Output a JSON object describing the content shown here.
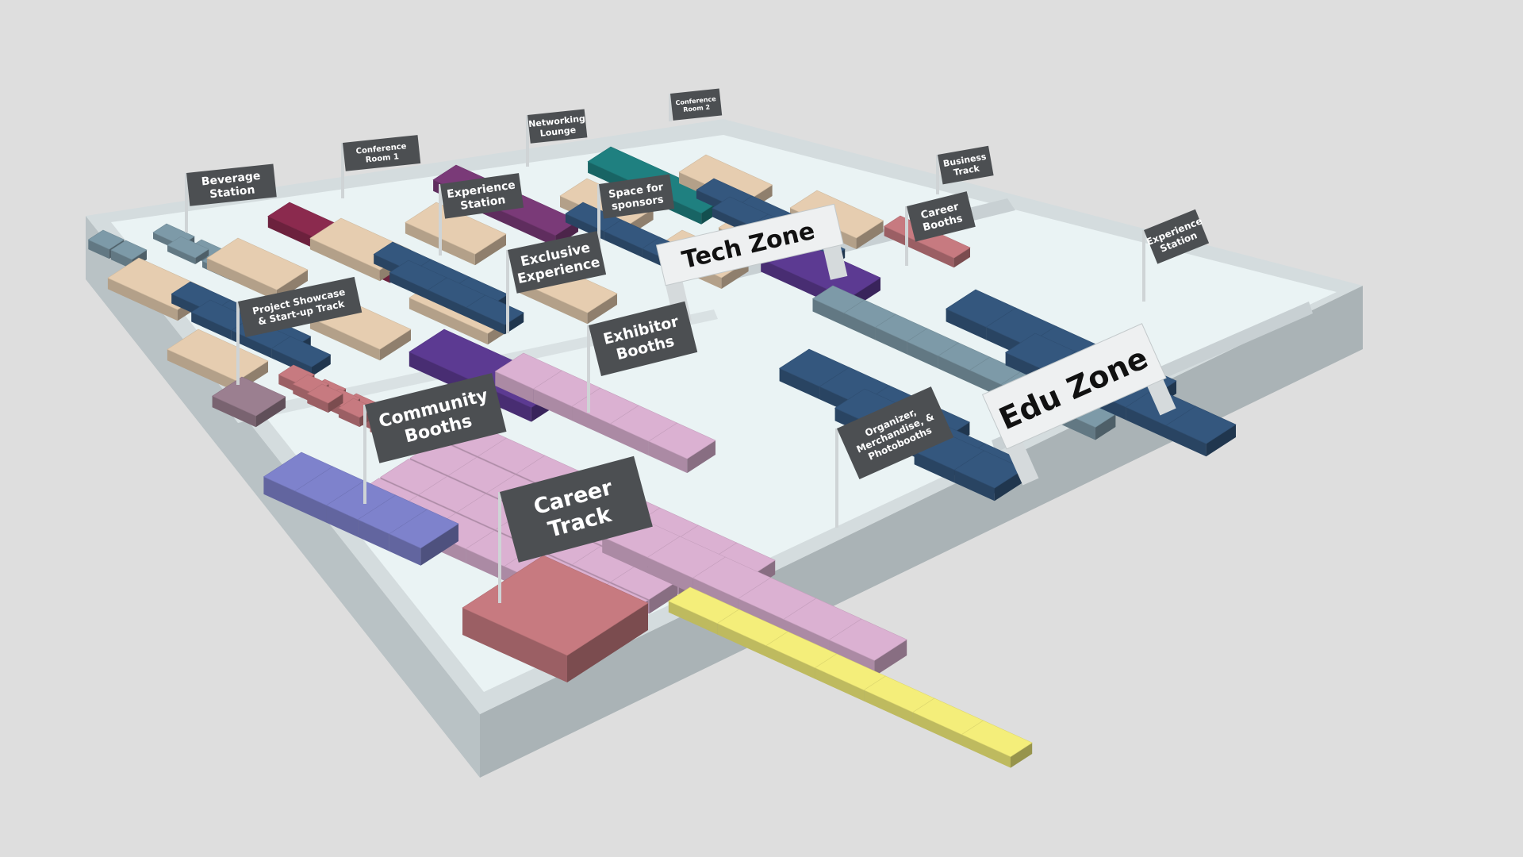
{
  "colors": {
    "background": "#dedede",
    "floor": "#eaf3f4",
    "wall_top": "#d4dcde",
    "wall_side": "#b9c2c5",
    "flag": "#4c4f52",
    "pole": "#cfd4d6",
    "gate": "#eef0f1",
    "beige": "#e6cdb0",
    "navy": "#34577e",
    "slate": "#7d9aa8",
    "purple": "#5c3a92",
    "magenta": "#8b2a4e",
    "plum": "#7a3a78",
    "teal": "#1f8080",
    "pink": "#dbb1d2",
    "rose": "#c77a80",
    "lavender": "#7e82cc",
    "yellow": "#f4ee7a",
    "mauve": "#9b7f90"
  },
  "labels": {
    "beverage_station": [
      "Beverage",
      "Station"
    ],
    "conference_room_1": [
      "Conference",
      "Room 1"
    ],
    "networking_lounge": [
      "Networking",
      "Lounge"
    ],
    "conference_room_2": [
      "Conference",
      "Room 2"
    ],
    "experience_station_north": [
      "Experience",
      "Station"
    ],
    "space_for_sponsors": [
      "Space for",
      "sponsors"
    ],
    "business_track": [
      "Business",
      "Track"
    ],
    "career_booths": [
      "Career",
      "Booths"
    ],
    "experience_station_east": [
      "Experience",
      "Station"
    ],
    "exclusive_experience": [
      "Exclusive",
      "Experience"
    ],
    "project_showcase": [
      "Project Showcase",
      "& Start-up Track"
    ],
    "exhibitor_booths": [
      "Exhibitor",
      "Booths"
    ],
    "community_booths": [
      "Community",
      "Booths"
    ],
    "career_track": [
      "Career",
      "Track"
    ],
    "organizer_booths": [
      "Organizer,",
      "Merchandise, &",
      "Photobooths"
    ],
    "tech_zone": "Tech Zone",
    "edu_zone": "Edu Zone"
  }
}
